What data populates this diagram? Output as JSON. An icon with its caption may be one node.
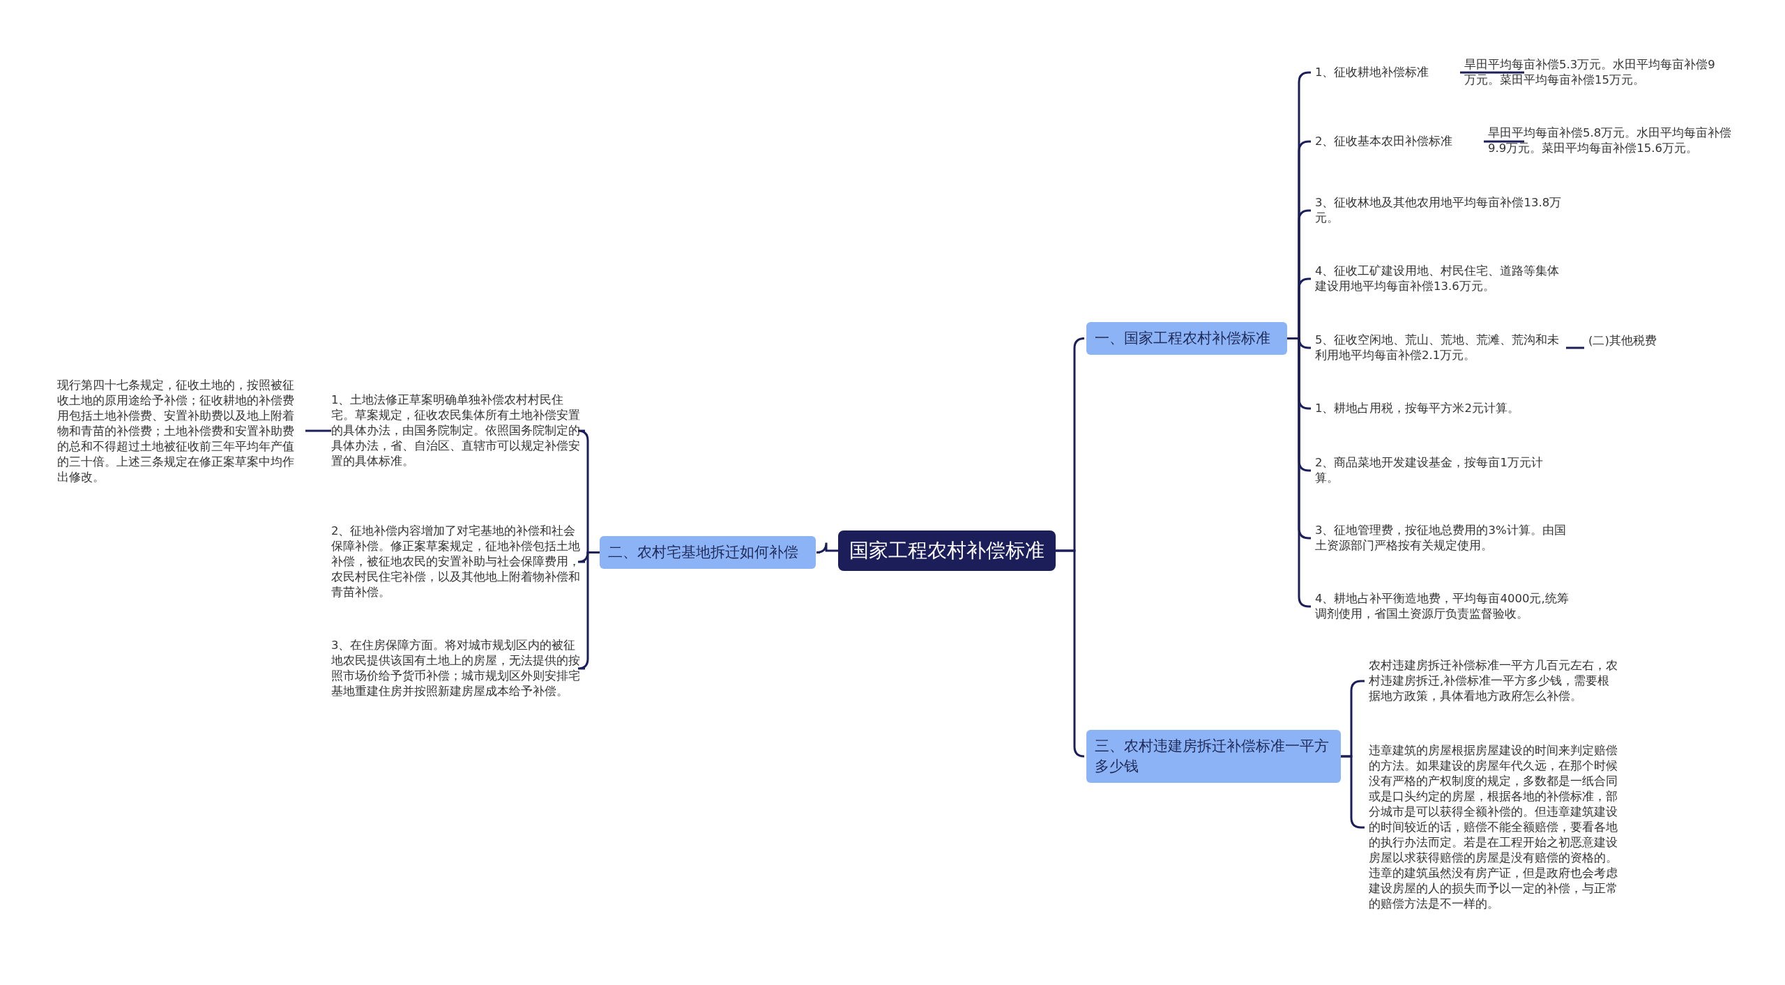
{
  "diagram": {
    "nodes": [
      {
        "text": [
          "国家工程农村补偿标准"
        ]
      },
      {
        "text": [
          "一、国家工程农村补偿标准"
        ]
      },
      {
        "text": [
          "二、农村宅基地拆迁如何补偿"
        ]
      },
      {
        "text": [
          "三、农村违建房拆迁补偿标准一平方多少钱"
        ]
      },
      {
        "text": [
          "1、征收耕地补偿标准"
        ]
      },
      {
        "text": [
          "旱田平均每亩补偿5.3万元。水田平均每亩补偿9万元。菜田平均每亩补偿15万元。"
        ]
      },
      {
        "text": [
          "2、征收基本农田补偿标准"
        ]
      },
      {
        "text": [
          "旱田平均每亩补偿5.8万元。水田平均每亩补偿9.9万元。菜田平均每亩补偿15.6万元。"
        ]
      },
      {
        "text": [
          "3、征收林地及其他农用地平均每亩补偿13.8万元。"
        ]
      },
      {
        "text": [
          "4、征收工矿建设用地、村民住宅、道路等集体建设用地平均每亩补偿13.6万元。"
        ]
      },
      {
        "text": [
          "5、征收空闲地、荒山、荒地、荒滩、荒沟和未利用地平均每亩补偿2.1万元。"
        ]
      },
      {
        "text": [
          "(二)其他税费"
        ]
      },
      {
        "text": [
          "1、耕地占用税，按每平方米2元计算。"
        ]
      },
      {
        "text": [
          "2、商品菜地开发建设基金，按每亩1万元计算。"
        ]
      },
      {
        "text": [
          "3、征地管理费，按征地总费用的3%计算。由国土资源部门严格按有关规定使用。"
        ]
      },
      {
        "text": [
          "4、耕地占补平衡造地费，平均每亩4000元,统筹调剂使用，省国土资源厅负责监督验收。"
        ]
      },
      {
        "text": [
          "1、土地法修正草案明确单独补偿农村村民住宅。草案规定，征收农民集体所有土地补偿安置的具体办法，由国务院制定。依照国务院制定的具体办法，省、自治区、直辖市可以规定补偿安置的具体标准。"
        ]
      },
      {
        "text": [
          "现行第四十七条规定，征收土地的，按照被征收土地的原用途给予补偿；征收耕地的补偿费用包括土地补偿费、安置补助费以及地上附着物和青苗的补偿费；土地补偿费和安置补助费的总和不得超过土地被征收前三年平均年产值的三十倍。上述三条规定在修正案草案中均作出修改。"
        ]
      },
      {
        "text": [
          "2、征地补偿内容增加了对宅基地的补偿和社会保障补偿。修正案草案规定，征地补偿包括土地补偿，被征地农民的安置补助与社会保障费用，农民村民住宅补偿，以及其他地上附着物补偿和青苗补偿。"
        ]
      },
      {
        "text": [
          "3、在住房保障方面。将对城市规划区内的被征地农民提供该国有土地上的房屋，无法提供的按照市场价给予货币补偿；城市规划区外则安排宅基地重建住房并按照新建房屋成本给予补偿。"
        ]
      },
      {
        "text": [
          "农村违建房拆迁补偿标准一平方几百元左右，农村违建房拆迁,补偿标准一平方多少钱，需要根据地方政策，具体看地方政府怎么补偿。"
        ]
      },
      {
        "text": [
          "违章建筑的房屋根据房屋建设的时间来判定赔偿的方法。如果建设的房屋年代久远，在那个时候没有严格的产权制度的规定，多数都是一纸合同或是口头约定的房屋，根据各地的补偿标准，部分城市是可以获得全额补偿的。但违章建筑建设的时间较近的话，赔偿不能全额赔偿，要看各地的执行办法而定。若是在工程开始之初恶意建设房屋以求获得赔偿的房屋是没有赔偿的资格的。违章的建筑虽然没有房产证，但是政府也会考虑建设房屋的人的损失而予以一定的补偿，与正常的赔偿方法是不一样的。"
        ]
      }
    ],
    "edges": [
      {
        "from": 0,
        "to": 1,
        "arrow": "none"
      },
      {
        "from": 0,
        "to": 2,
        "arrow": "none"
      },
      {
        "from": 0,
        "to": 3,
        "arrow": "none"
      },
      {
        "from": 1,
        "to": 4,
        "arrow": "none"
      },
      {
        "from": 4,
        "to": 5,
        "arrow": "none"
      },
      {
        "from": 1,
        "to": 6,
        "arrow": "none"
      },
      {
        "from": 6,
        "to": 7,
        "arrow": "none"
      },
      {
        "from": 1,
        "to": 8,
        "arrow": "none"
      },
      {
        "from": 1,
        "to": 9,
        "arrow": "none"
      },
      {
        "from": 1,
        "to": 10,
        "arrow": "none"
      },
      {
        "from": 10,
        "to": 11,
        "arrow": "none"
      },
      {
        "from": 1,
        "to": 12,
        "arrow": "none"
      },
      {
        "from": 1,
        "to": 13,
        "arrow": "none"
      },
      {
        "from": 1,
        "to": 14,
        "arrow": "none"
      },
      {
        "from": 1,
        "to": 15,
        "arrow": "none"
      },
      {
        "from": 2,
        "to": 16,
        "arrow": "none"
      },
      {
        "from": 16,
        "to": 17,
        "arrow": "none"
      },
      {
        "from": 2,
        "to": 18,
        "arrow": "none"
      },
      {
        "from": 2,
        "to": 19,
        "arrow": "none"
      },
      {
        "from": 3,
        "to": 20,
        "arrow": "none"
      },
      {
        "from": 3,
        "to": 21,
        "arrow": "none"
      }
    ]
  }
}
